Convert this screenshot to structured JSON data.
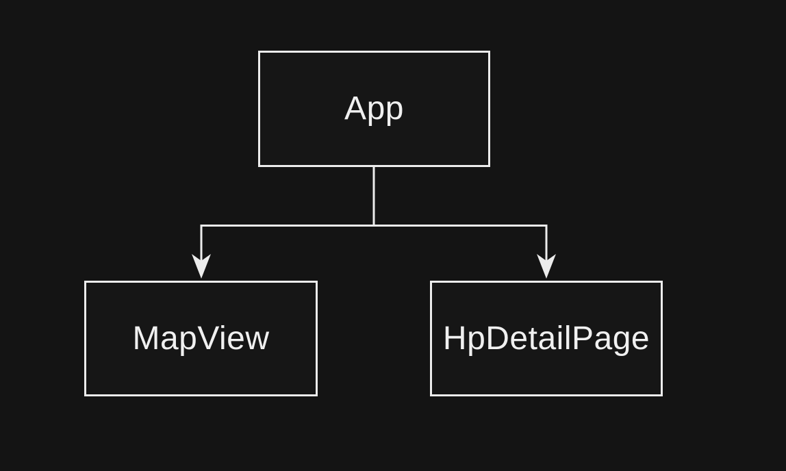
{
  "diagram": {
    "type": "flowchart",
    "direction": "top-down",
    "nodes": [
      {
        "id": "app",
        "label": "App"
      },
      {
        "id": "mapview",
        "label": "MapView"
      },
      {
        "id": "hpdetailpage",
        "label": "HpDetailPage"
      }
    ],
    "edges": [
      {
        "from": "App",
        "to": "MapView",
        "arrow": "down"
      },
      {
        "from": "App",
        "to": "HpDetailPage",
        "arrow": "down"
      }
    ],
    "colors": {
      "background": "#141414",
      "node_fill": "#161616",
      "node_border": "#ececec",
      "edge_line": "#ececec",
      "arrowhead": "#ececec",
      "label_text": "#f0f0f0"
    }
  }
}
